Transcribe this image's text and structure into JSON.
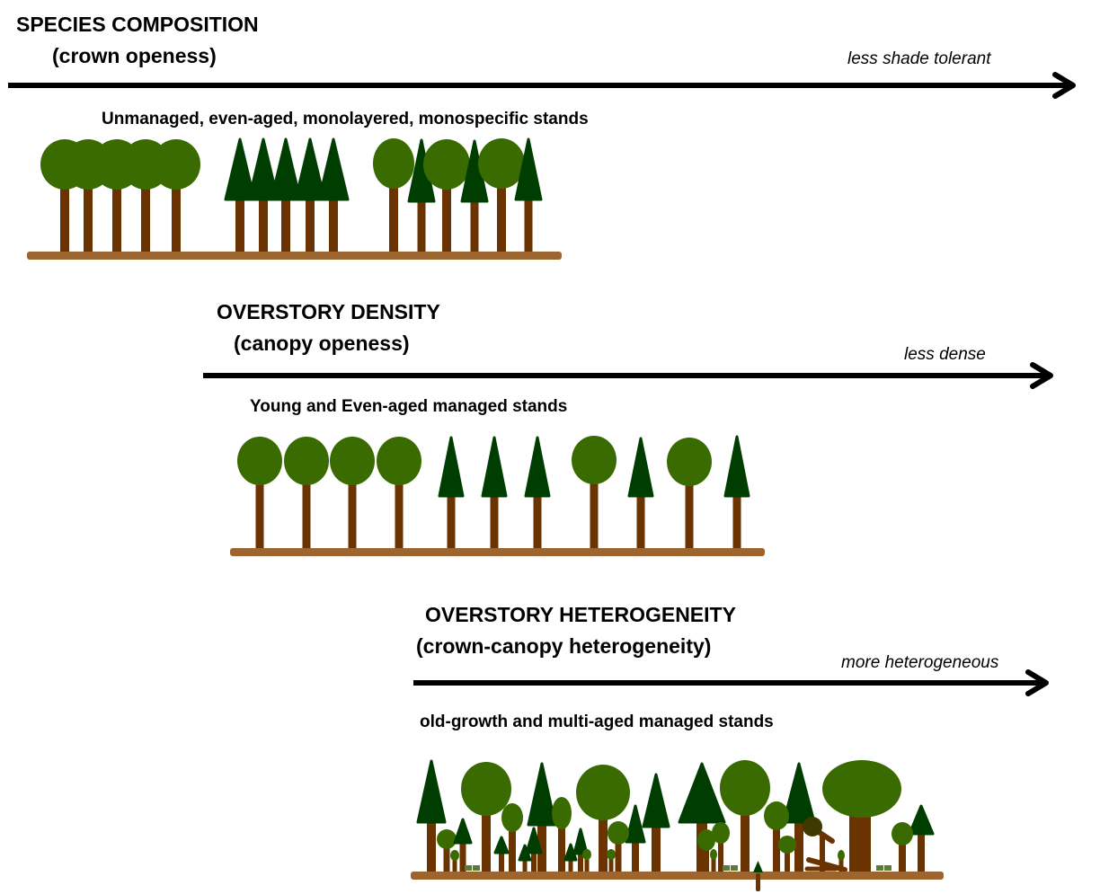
{
  "colors": {
    "broadleaf": "#3a6b00",
    "conifer": "#003d00",
    "trunk": "#6b3300",
    "ground": "#9c6530",
    "snag_crown": "#3d3a00",
    "shrub": "#5d7a3a",
    "arrow": "#000000"
  },
  "panels": [
    {
      "title": "SPECIES COMPOSITION",
      "subtitle": "(crown openess)",
      "direction": "less shade tolerant",
      "stand_label": "Unmanaged, even-aged, monolayered, monospecific stands",
      "stand_groups": [
        "broadleaf-monospecific",
        "conifer-monospecific",
        "mixed-alternating"
      ]
    },
    {
      "title": "OVERSTORY DENSITY",
      "subtitle": "(canopy openess)",
      "direction": "less dense",
      "stand_label": "Young and Even-aged managed stands",
      "stand_groups": [
        "broadleaf-dense",
        "conifer-spaced",
        "mixed-spaced"
      ]
    },
    {
      "title": "OVERSTORY HETEROGENEITY",
      "subtitle": "(crown-canopy heterogeneity)",
      "direction": "more heterogeneous",
      "stand_label": "old-growth and multi-aged managed stands",
      "stand_groups": [
        "multi-layered",
        "deadwood",
        "regeneration"
      ]
    }
  ]
}
